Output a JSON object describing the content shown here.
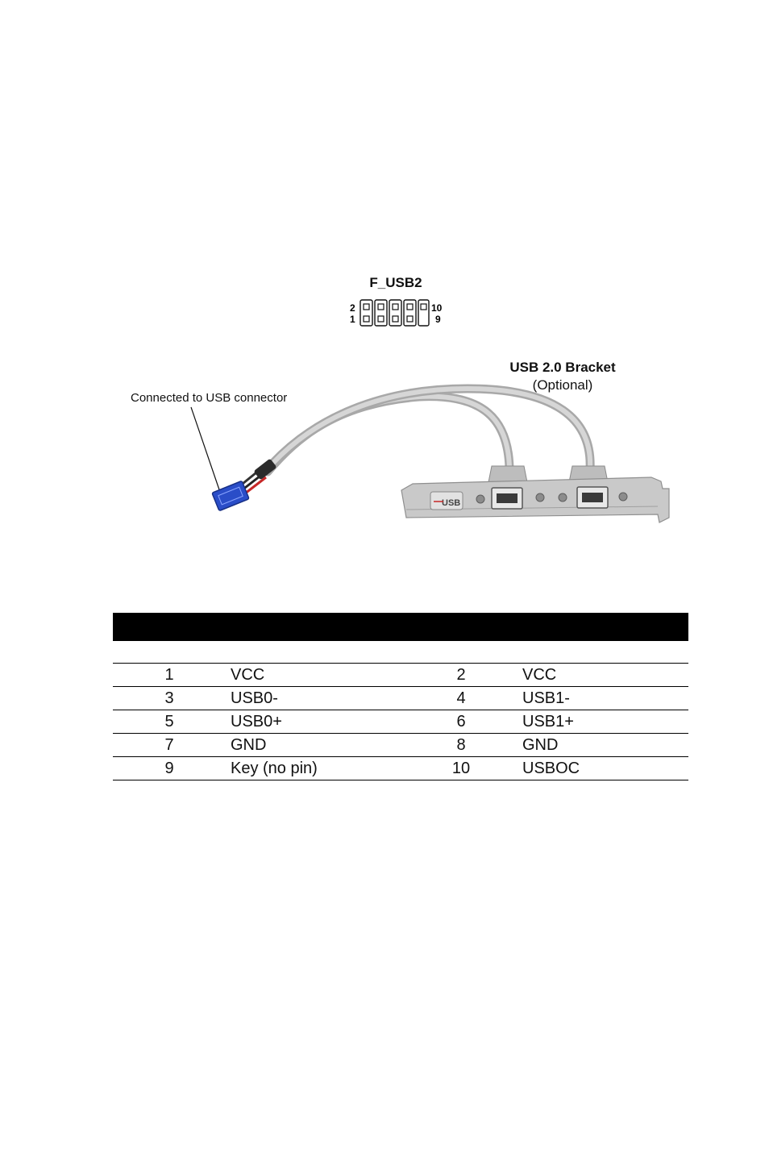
{
  "connector": {
    "title": "F_USB2",
    "pin_labels": {
      "top_left": "2",
      "bottom_left": "1",
      "top_right": "10",
      "bottom_right": "9"
    }
  },
  "bracket": {
    "title": "USB 2.0 Bracket",
    "subtitle": "(Optional)",
    "badge": "USB"
  },
  "callout": "Connected  to USB connector",
  "table": {
    "rows": [
      {
        "pin_a": "1",
        "signal_a": "VCC",
        "pin_b": "2",
        "signal_b": "VCC"
      },
      {
        "pin_a": "3",
        "signal_a": "USB0-",
        "pin_b": "4",
        "signal_b": "USB1-"
      },
      {
        "pin_a": "5",
        "signal_a": "USB0+",
        "pin_b": "6",
        "signal_b": "USB1+"
      },
      {
        "pin_a": "7",
        "signal_a": "GND",
        "pin_b": "8",
        "signal_b": "GND"
      },
      {
        "pin_a": "9",
        "signal_a": "Key (no pin)",
        "pin_b": "10",
        "signal_b": "USBOC"
      }
    ]
  }
}
